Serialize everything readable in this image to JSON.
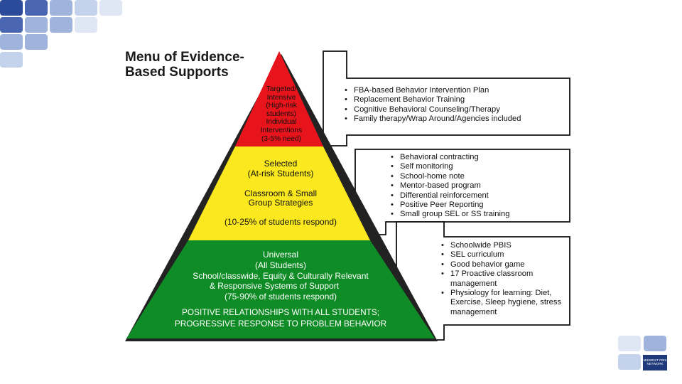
{
  "slide": {
    "title": "Menu of Evidence-Based Supports"
  },
  "pyramid": {
    "red": {
      "lines": [
        "Targeted/",
        "Intensive",
        "(High-risk",
        "students)",
        "Individual",
        "Interventions",
        "(3-5% need)"
      ]
    },
    "yellow": {
      "heading_lines": [
        "Selected",
        "(At-risk Students)"
      ],
      "strategy_lines": [
        "Classroom & Small",
        "Group Strategies"
      ],
      "respond": "(10-25% of students respond)"
    },
    "green": {
      "lines": [
        "Universal",
        "(All Students)",
        "School/classwide, Equity & Culturally Relevant",
        "& Responsive Systems of Support",
        "(75-90% of students respond)"
      ],
      "caps_lines": [
        "POSITIVE RELATIONSHIPS WITH ALL STUDENTS;",
        "PROGRESSIVE RESPONSE TO PROBLEM BEHAVIOR"
      ]
    },
    "colors": {
      "red": "#e8141b",
      "yellow": "#fbe81e",
      "green": "#0f8c25"
    }
  },
  "callouts": {
    "top": [
      "FBA-based Behavior Intervention Plan",
      "Replacement Behavior Training",
      "Cognitive Behavioral Counseling/Therapy",
      "Family therapy/Wrap Around/Agencies included"
    ],
    "middle": [
      "Behavioral contracting",
      "Self monitoring",
      "School-home note",
      "Mentor-based program",
      "Differential reinforcement",
      "Positive Peer Reporting",
      "Small group SEL or SS training"
    ],
    "bottom": [
      "Schoolwide PBIS",
      "SEL curriculum",
      "Good behavior game",
      "17 Proactive classroom management",
      "Physiology for learning: Diet, Exercise, Sleep hygiene, stress management"
    ]
  },
  "decor": {
    "square_colors": [
      "#2c4a9a",
      "#4a66b3",
      "#9fb3dc",
      "#c5d2ec",
      "#dfe6f4"
    ],
    "logo_text": "MIDWEST PBIS NETWORK"
  }
}
